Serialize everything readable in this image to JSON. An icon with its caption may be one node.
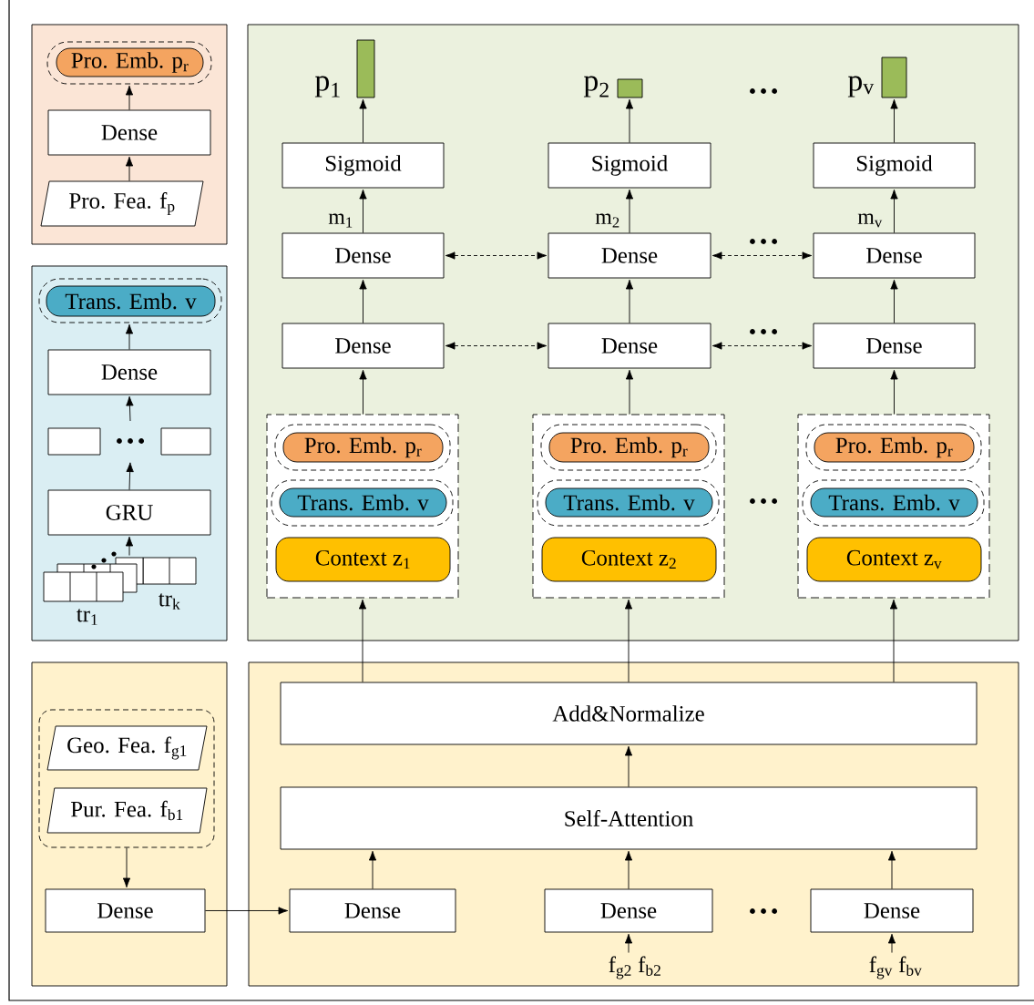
{
  "diagram": {
    "nodes": [
      {
        "text": [],
        "shape": "box"
      },
      {
        "text": [],
        "shape": "box",
        "in": 0
      },
      {
        "text": [
          "Pro. Emb. p$_{r}$"
        ],
        "in": 1
      },
      {
        "text": [
          "Dense"
        ],
        "in": 0
      },
      {
        "text": [
          "Pro. Fea. f$_{p}$"
        ],
        "in": 0
      },
      {
        "text": [],
        "shape": "box"
      },
      {
        "text": [],
        "shape": "box",
        "in": 5
      },
      {
        "text": [
          "Trans. Emb. v"
        ],
        "in": 6
      },
      {
        "text": [
          "Dense"
        ],
        "in": 5
      },
      {
        "text": [],
        "shape": "box",
        "in": 5
      },
      {
        "text": [],
        "shape": "box",
        "in": 5
      },
      {
        "text": [
          "GRU"
        ],
        "in": 5
      },
      {
        "text": [],
        "shape": "picture",
        "in": 5,
        "beside": [
          "tr$_{1}$",
          "tr$_{k}$"
        ]
      },
      {
        "text": [],
        "shape": "box"
      },
      {
        "text": [],
        "shape": "bar",
        "in": 13,
        "beside": [
          "p$_{1}$"
        ]
      },
      {
        "text": [],
        "shape": "bar",
        "in": 13,
        "beside": [
          "p$_{2}$"
        ]
      },
      {
        "text": [],
        "shape": "bar",
        "in": 13,
        "beside": [
          "p$_{v}$"
        ]
      },
      {
        "text": [
          "Sigmoid"
        ],
        "in": 13
      },
      {
        "text": [
          "Sigmoid"
        ],
        "in": 13
      },
      {
        "text": [
          "Sigmoid"
        ],
        "in": 13
      },
      {
        "text": [
          "Dense"
        ],
        "in": 13
      },
      {
        "text": [
          "Dense"
        ],
        "in": 13
      },
      {
        "text": [
          "Dense"
        ],
        "in": 13
      },
      {
        "text": [
          "Dense"
        ],
        "in": 13
      },
      {
        "text": [
          "Dense"
        ],
        "in": 13
      },
      {
        "text": [
          "Dense"
        ],
        "in": 13
      },
      {
        "text": [],
        "shape": "box",
        "in": 13
      },
      {
        "text": [],
        "shape": "box",
        "in": 26
      },
      {
        "text": [
          "Pro. Emb. p$_{r}$"
        ],
        "in": 27
      },
      {
        "text": [],
        "shape": "box",
        "in": 26
      },
      {
        "text": [
          "Trans. Emb. v"
        ],
        "in": 29
      },
      {
        "text": [
          "Context z$_{1}$"
        ],
        "in": 26
      },
      {
        "text": [],
        "shape": "box",
        "in": 13
      },
      {
        "text": [],
        "shape": "box",
        "in": 32
      },
      {
        "text": [
          "Pro. Emb. p$_{r}$"
        ],
        "in": 33
      },
      {
        "text": [],
        "shape": "box",
        "in": 32
      },
      {
        "text": [
          "Trans. Emb. v"
        ],
        "in": 35
      },
      {
        "text": [
          "Context z$_{2}$"
        ],
        "in": 32
      },
      {
        "text": [],
        "shape": "box",
        "in": 13
      },
      {
        "text": [],
        "shape": "box",
        "in": 38
      },
      {
        "text": [
          "Pro. Emb. p$_{r}$"
        ],
        "in": 39
      },
      {
        "text": [],
        "shape": "box",
        "in": 38
      },
      {
        "text": [
          "Trans. Emb. v"
        ],
        "in": 41
      },
      {
        "text": [
          "Context z$_{v}$"
        ],
        "in": 38
      },
      {
        "text": [],
        "shape": "box"
      },
      {
        "text": [],
        "shape": "box",
        "in": 44
      },
      {
        "text": [
          "Geo. Fea. f$_{g1}$"
        ],
        "in": 45
      },
      {
        "text": [
          "Pur. Fea. f$_{b1}$"
        ],
        "in": 45
      },
      {
        "text": [
          "Dense"
        ],
        "in": 44
      },
      {
        "text": [],
        "shape": "box"
      },
      {
        "text": [
          "Add&Normalize"
        ],
        "in": 49
      },
      {
        "text": [
          "Self-Attention"
        ],
        "in": 49
      },
      {
        "text": [
          "Dense"
        ],
        "in": 49
      },
      {
        "text": [
          "Dense"
        ],
        "in": 49
      },
      {
        "text": [
          "Dense"
        ],
        "in": 49
      },
      {
        "text": [
          "f$_{g2}$ f$_{b2}$"
        ],
        "in": 49
      },
      {
        "text": [
          "f$_{gv}$ f$_{bv}$"
        ],
        "in": 49
      }
    ],
    "edges": [
      {
        "from": 4,
        "to": 3,
        "arrow": "to"
      },
      {
        "from": 3,
        "to": 1,
        "arrow": "to"
      },
      {
        "from": 8,
        "to": 6,
        "arrow": "to"
      },
      {
        "from": null,
        "to": 8,
        "arrow": "to"
      },
      {
        "from": 11,
        "to": null,
        "arrow": "to"
      },
      {
        "from": 12,
        "to": 11,
        "arrow": "to"
      },
      {
        "from": 17,
        "to": 14,
        "arrow": "to"
      },
      {
        "from": 18,
        "to": 15,
        "arrow": "to"
      },
      {
        "from": 19,
        "to": 16,
        "arrow": "to"
      },
      {
        "from": 20,
        "to": 17,
        "arrow": "to",
        "label": "m$_{1}$"
      },
      {
        "from": 21,
        "to": 18,
        "arrow": "to",
        "label": "m$_{2}$"
      },
      {
        "from": 22,
        "to": 19,
        "arrow": "to",
        "label": "m$_{v}$"
      },
      {
        "from": 23,
        "to": 20,
        "arrow": "to"
      },
      {
        "from": 24,
        "to": 21,
        "arrow": "to"
      },
      {
        "from": 25,
        "to": 22,
        "arrow": "to"
      },
      {
        "from": 26,
        "to": 23,
        "arrow": "to"
      },
      {
        "from": 32,
        "to": 24,
        "arrow": "to"
      },
      {
        "from": 38,
        "to": 25,
        "arrow": "to"
      },
      {
        "from": 20,
        "to": 21,
        "arrow": "both",
        "style": "dashed"
      },
      {
        "from": 21,
        "to": 22,
        "arrow": "both",
        "style": "dashed"
      },
      {
        "from": 23,
        "to": 24,
        "arrow": "both",
        "style": "dashed"
      },
      {
        "from": 24,
        "to": 25,
        "arrow": "both",
        "style": "dashed"
      },
      {
        "from": 50,
        "to": 26,
        "arrow": "to"
      },
      {
        "from": 50,
        "to": 32,
        "arrow": "to"
      },
      {
        "from": 50,
        "to": 38,
        "arrow": "to"
      },
      {
        "from": 51,
        "to": 50,
        "arrow": "to"
      },
      {
        "from": 52,
        "to": 51,
        "arrow": "to"
      },
      {
        "from": 53,
        "to": 51,
        "arrow": "to"
      },
      {
        "from": 54,
        "to": 51,
        "arrow": "to"
      },
      {
        "from": 48,
        "to": 52,
        "arrow": "to"
      },
      {
        "from": 45,
        "to": 48,
        "arrow": "to"
      },
      {
        "from": 55,
        "to": 53,
        "arrow": "to"
      },
      {
        "from": 56,
        "to": 54,
        "arrow": "to"
      }
    ],
    "labels": [
      "…",
      "…",
      "…",
      "…",
      "…",
      "…"
    ]
  }
}
